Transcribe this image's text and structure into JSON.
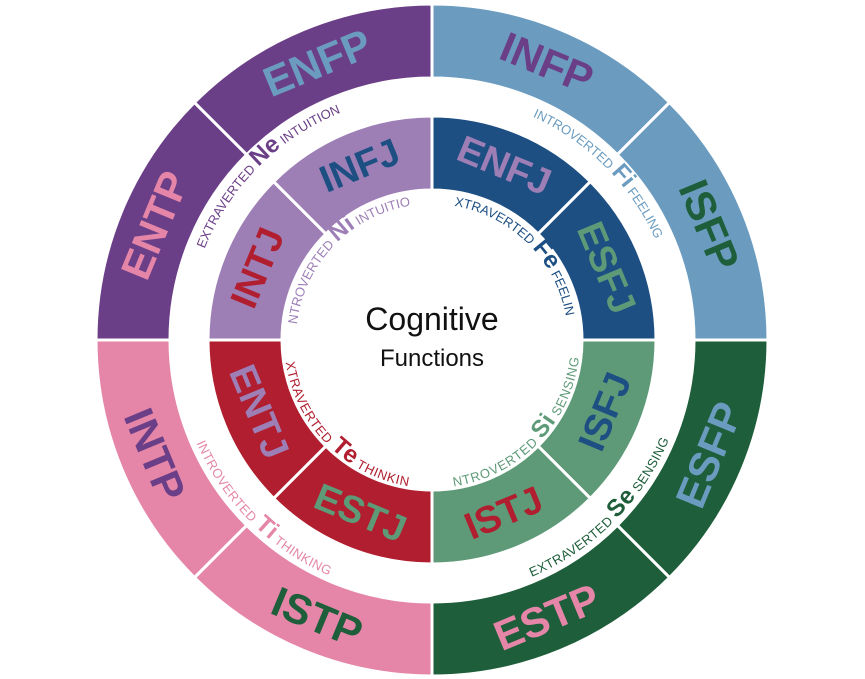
{
  "center": {
    "title": "Cognitive",
    "subtitle": "Functions"
  },
  "outer_ring": [
    {
      "type": "INFP",
      "fill": "#6b9cc0",
      "text": "#6b3f87"
    },
    {
      "type": "ISFP",
      "fill": "#6b9cc0",
      "text": "#1e5e3a"
    },
    {
      "type": "ESFP",
      "fill": "#1e5e3a",
      "text": "#6b9cc0"
    },
    {
      "type": "ESTP",
      "fill": "#1e5e3a",
      "text": "#e586a8"
    },
    {
      "type": "ISTP",
      "fill": "#e586a8",
      "text": "#1e5e3a"
    },
    {
      "type": "INTP",
      "fill": "#e586a8",
      "text": "#6b3f87"
    },
    {
      "type": "ENTP",
      "fill": "#6b3f87",
      "text": "#e586a8"
    },
    {
      "type": "ENFP",
      "fill": "#6b3f87",
      "text": "#6b9cc0"
    }
  ],
  "inner_ring": [
    {
      "type": "ENFJ",
      "fill": "#1d4f83",
      "text": "#9d7fb6"
    },
    {
      "type": "ESFJ",
      "fill": "#1d4f83",
      "text": "#5e9a78"
    },
    {
      "type": "ISFJ",
      "fill": "#5e9a78",
      "text": "#1d4f83"
    },
    {
      "type": "ISTJ",
      "fill": "#5e9a78",
      "text": "#b01e2f"
    },
    {
      "type": "ESTJ",
      "fill": "#b01e2f",
      "text": "#5e9a78"
    },
    {
      "type": "ENTJ",
      "fill": "#b01e2f",
      "text": "#9d7fb6"
    },
    {
      "type": "INTJ",
      "fill": "#9d7fb6",
      "text": "#b01e2f"
    },
    {
      "type": "INFJ",
      "fill": "#9d7fb6",
      "text": "#1d4f83"
    }
  ],
  "functions": {
    "outer": [
      {
        "pre": "INTROVERTED",
        "code": "Fi",
        "post": "FEELING",
        "color": "#6b9cc0"
      },
      {
        "pre": "EXTRAVERTED",
        "code": "Se",
        "post": "SENSING",
        "color": "#1e5e3a"
      },
      {
        "pre": "INTROVERTED",
        "code": "Ti",
        "post": "THINKING",
        "color": "#e586a8"
      },
      {
        "pre": "EXTRAVERTED",
        "code": "Ne",
        "post": "INTUITION",
        "color": "#6b3f87"
      }
    ],
    "inner": [
      {
        "pre": "EXTRAVERTED",
        "code": "Fe",
        "post": "FEELING",
        "color": "#1d4f83"
      },
      {
        "pre": "INTROVERTED",
        "code": "Si",
        "post": "SENSING",
        "color": "#5e9a78"
      },
      {
        "pre": "EXTRAVERTED",
        "code": "Te",
        "post": "THINKING",
        "color": "#b01e2f"
      },
      {
        "pre": "INTROVERTED",
        "code": "Ni",
        "post": "INTUITION",
        "color": "#9d7fb6"
      }
    ]
  }
}
